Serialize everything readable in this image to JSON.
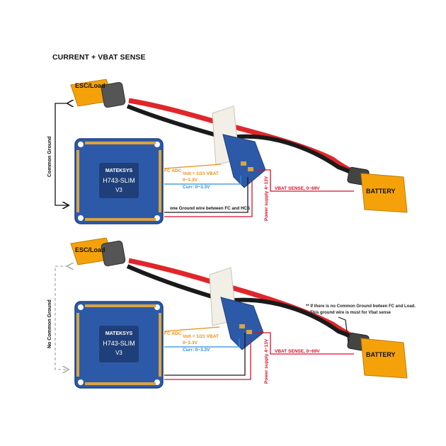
{
  "title": "CURRENT + VBAT SENSE",
  "colors": {
    "board": "#2d5aa8",
    "board_dark": "#1f3f7a",
    "pad": "#d9a441",
    "wire_red": "#e0262b",
    "wire_black": "#1a1a1a",
    "connector": "#f5a20a",
    "label_orange": "#e8901a",
    "label_blue": "#2a8fd6",
    "label_red": "#d8102a"
  },
  "board": {
    "brand": "MATEKSYS",
    "model": "H743-SLIM",
    "version": "V3"
  },
  "diagram_top": {
    "esc_label": "ESC/Load",
    "battery_label": "BATTERY",
    "ground_label": "Common Ground",
    "fc_adc": "FC ADC",
    "volt_line1": "Volt = 1/21 VBAT",
    "volt_line2": "0~3.3V",
    "curr": "Curr: 0~3.3V",
    "gnd_wire": "one Ground wire between FC and HCS",
    "vbat_sense": "VBAT SENSE, 0~69V",
    "power_supply": "Power supply 4~13V"
  },
  "diagram_bottom": {
    "esc_label": "ESC/Load",
    "battery_label": "BATTERY",
    "ground_label": "No Common Ground",
    "fc_adc": "FC ADC",
    "volt_line1": "Volt = 1/21 VBAT",
    "volt_line2": "0~3.3V",
    "curr": "Curr: 0~3.3V",
    "vbat_sense": "VBAT SENSE, 0~69V",
    "power_supply": "Power supply 4~13V",
    "note_line1": "** If there is no Common Ground bwteen FC and Load.",
    "note_line2": "This ground wire is must for Vbat sense"
  }
}
